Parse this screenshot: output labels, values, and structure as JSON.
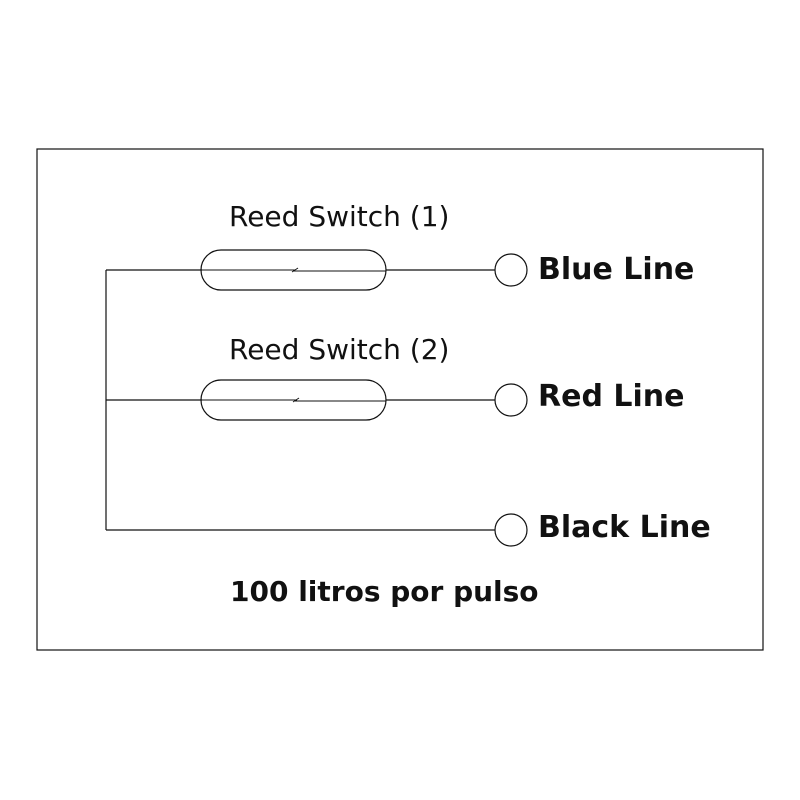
{
  "diagram": {
    "switch_1_label": "Reed Switch (1)",
    "switch_2_label": "Reed Switch (2)",
    "terminals": {
      "blue": "Blue Line",
      "red": "Red Line",
      "black": "Black Line"
    },
    "caption": "100 litros por pulso"
  },
  "colors": {
    "line": "#111111",
    "background": "#ffffff"
  }
}
